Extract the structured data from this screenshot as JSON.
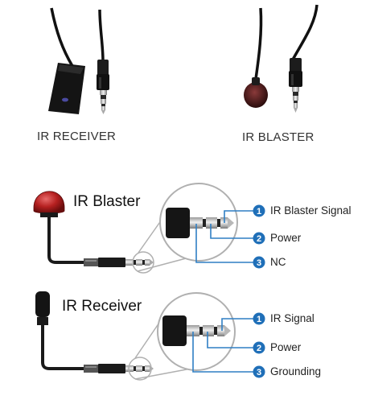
{
  "photos": {
    "receiver_caption": "IR RECEIVER",
    "blaster_caption": "IR BLASTER"
  },
  "diagrams": [
    {
      "title": "IR Blaster",
      "pins": [
        {
          "number": "1",
          "label": "IR Blaster Signal"
        },
        {
          "number": "2",
          "label": "Power"
        },
        {
          "number": "3",
          "label": "NC"
        }
      ]
    },
    {
      "title": "IR Receiver",
      "pins": [
        {
          "number": "1",
          "label": "IR Signal"
        },
        {
          "number": "2",
          "label": "Power"
        },
        {
          "number": "3",
          "label": "Grounding"
        }
      ]
    }
  ],
  "colors": {
    "callout_line": "#2f7fc4",
    "badge": "#1f6fb8",
    "blaster_dome": "#b52020",
    "cable": "#1a1a1a"
  }
}
